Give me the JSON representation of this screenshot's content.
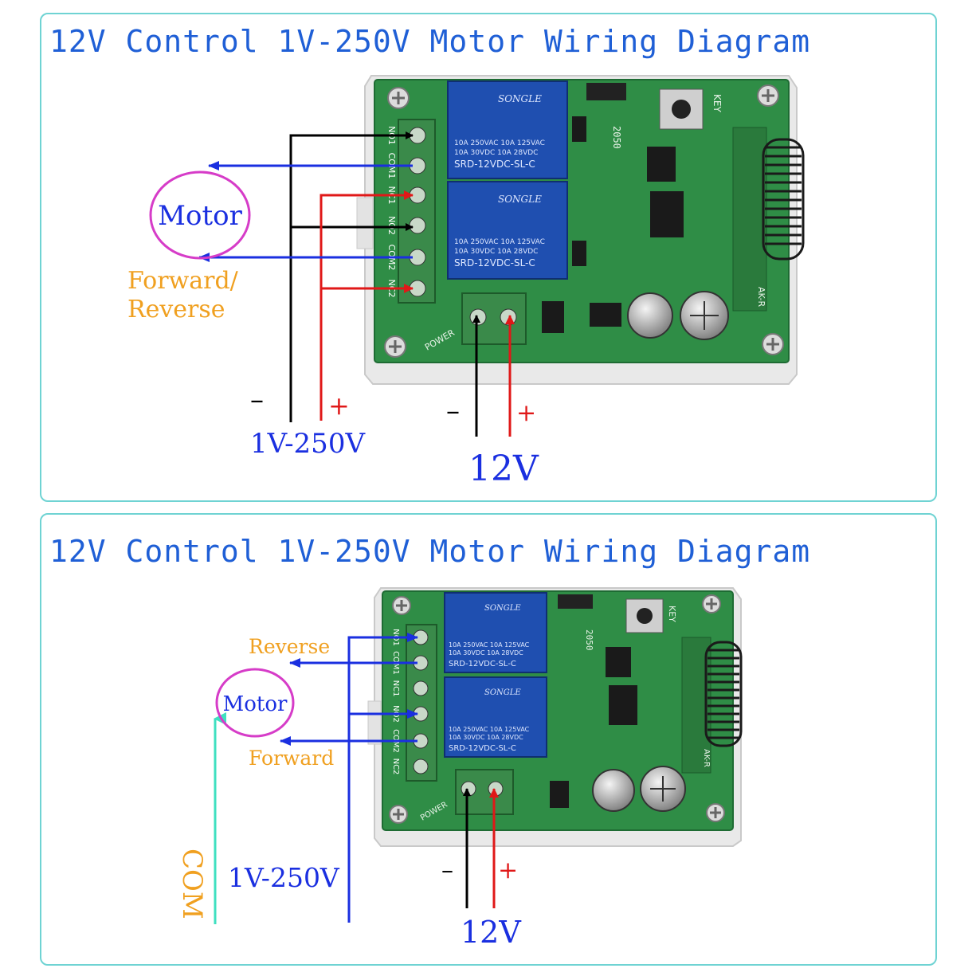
{
  "diagram1": {
    "title": "12V Control 1V-250V Motor Wiring Diagram",
    "motor_label": "Motor",
    "direction_label_line1": "Forward/",
    "direction_label_line2": "Reverse",
    "load_supply_label": "1V-250V",
    "load_minus": "–",
    "load_plus": "+",
    "power_supply_label": "12V",
    "power_minus": "–",
    "power_plus": "+",
    "terminal_labels": [
      "NO1",
      "COM1",
      "NC1",
      "NO2",
      "COM2",
      "NC2"
    ],
    "relay_brand": "SONGLE",
    "relay_spec_1": "10A 250VAC  10A 125VAC",
    "relay_spec_2": "10A 30VDC   10A 28VDC",
    "relay_model": "SRD-12VDC-SL-C",
    "power_silk": "POWER",
    "key_silk": "KEY",
    "board_code": "2050",
    "module_silk": "AK-R"
  },
  "diagram2": {
    "title": "12V Control 1V-250V Motor Wiring Diagram",
    "motor_label": "Motor",
    "reverse_label": "Reverse",
    "forward_label": "Forward",
    "com_label": "COM",
    "load_supply_label": "1V-250V",
    "power_supply_label": "12V",
    "power_minus": "–",
    "power_plus": "+",
    "terminal_labels": [
      "NO1",
      "COM1",
      "NC1",
      "NO2",
      "COM2",
      "NC2"
    ],
    "relay_brand": "SONGLE",
    "relay_spec_1": "10A 250VAC  10A 125VAC",
    "relay_spec_2": "10A 30VDC   10A 28VDC",
    "relay_model": "SRD-12VDC-SL-C",
    "power_silk": "POWER",
    "key_silk": "KEY",
    "board_code": "2050",
    "module_silk": "AK-R"
  },
  "colors": {
    "panel_border": "#6fd3d3",
    "title": "#1f5fd6",
    "wire_black": "#000000",
    "wire_blue": "#1a2fe0",
    "wire_red": "#e01818",
    "motor_ring": "#d63cc8",
    "orange_label": "#f0a020",
    "com_arrow": "#3fe0c0",
    "pcb_green": "#2f8d46",
    "relay_blue": "#1f4fb0",
    "case_white": "#eeeeee"
  }
}
